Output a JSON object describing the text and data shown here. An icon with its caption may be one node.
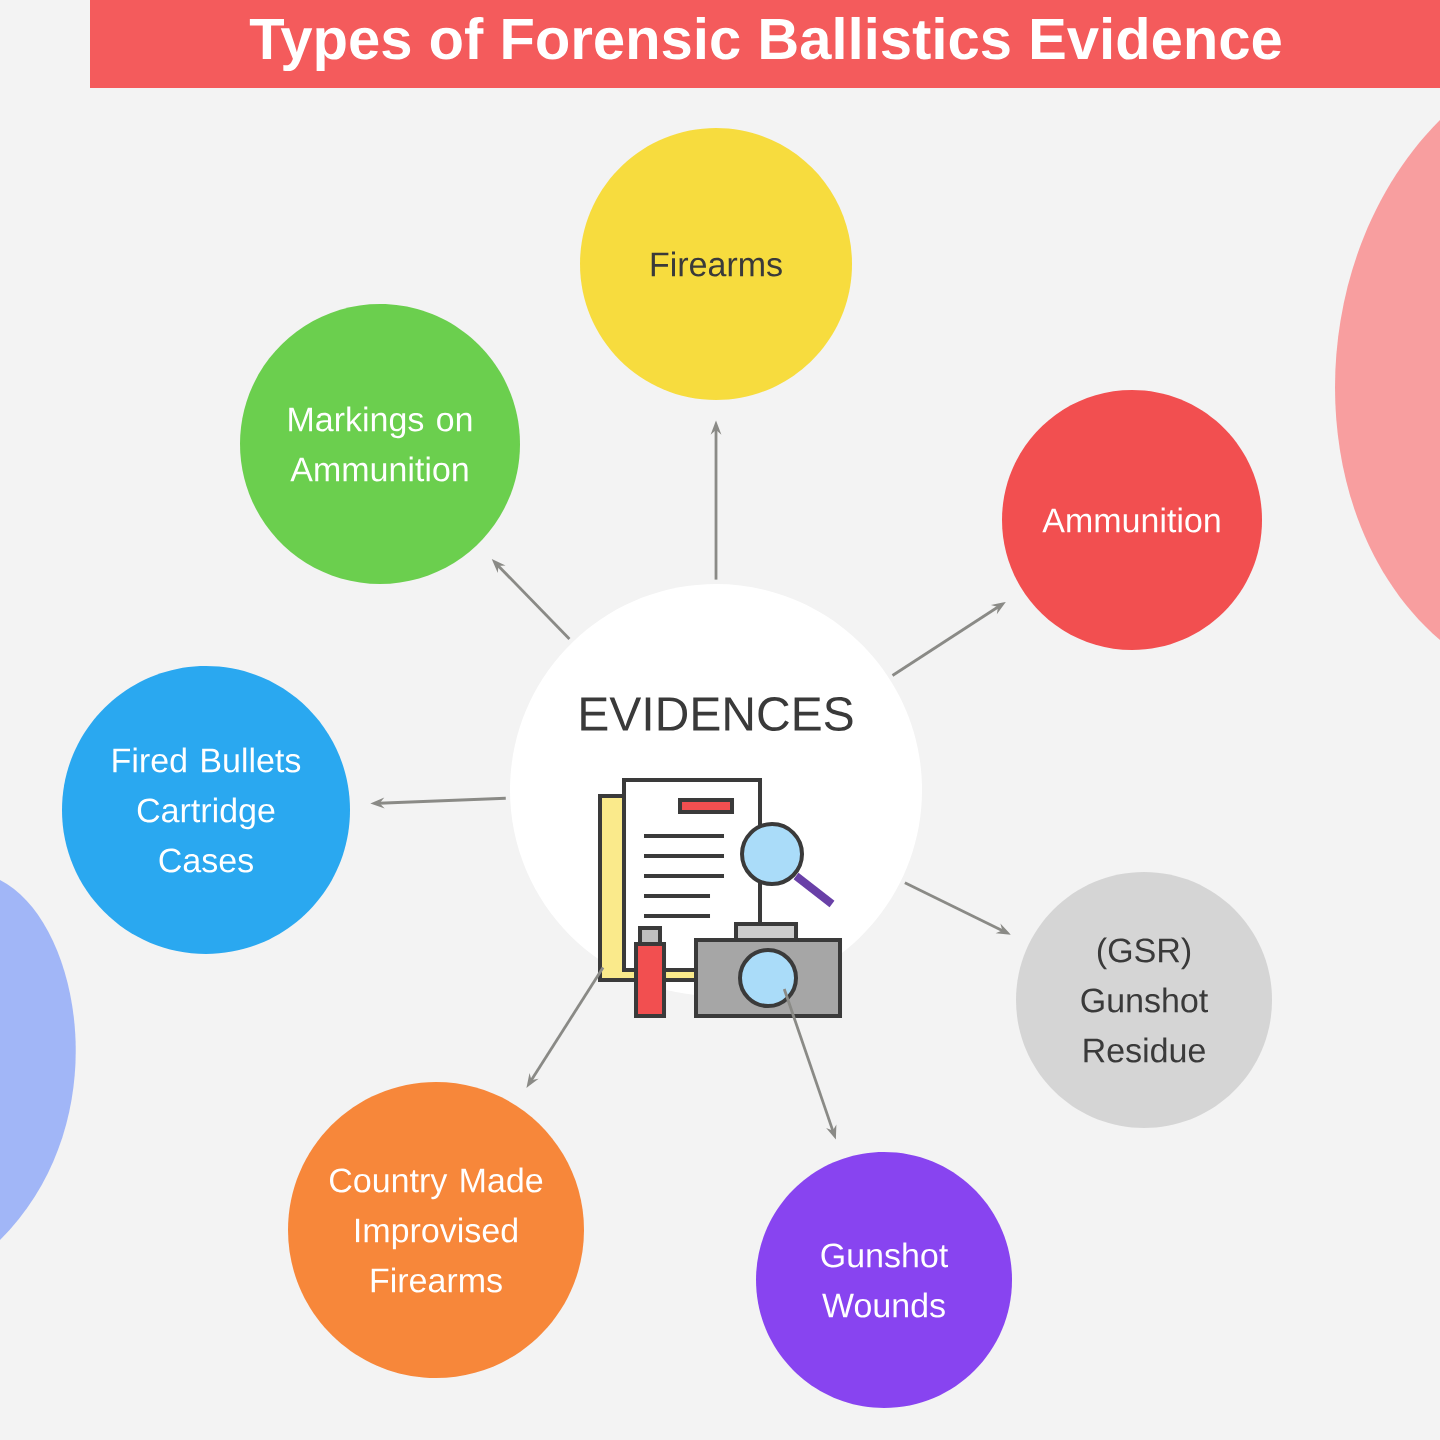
{
  "diagram": {
    "title": "Types of Forensic Ballistics Evidence",
    "nodes": [
      {
        "text": [
          "EVIDENCES"
        ]
      },
      {
        "text": [
          "Firearms"
        ]
      },
      {
        "text": [
          "Markings on Ammunition"
        ]
      },
      {
        "text": [
          "Ammunition"
        ]
      },
      {
        "text": [
          "Fired Bullets Cartridge Cases"
        ]
      },
      {
        "text": [
          "(GSR) Gunshot Residue"
        ]
      },
      {
        "text": [
          "Country Made Improvised Firearms"
        ]
      },
      {
        "text": [
          "Gunshot Wounds"
        ]
      }
    ],
    "edges": [
      {
        "from": 0,
        "to": 1,
        "arrow": "to"
      },
      {
        "from": 0,
        "to": 2,
        "arrow": "to"
      },
      {
        "from": 0,
        "to": 3,
        "arrow": "to"
      },
      {
        "from": 0,
        "to": 4,
        "arrow": "to"
      },
      {
        "from": 0,
        "to": 5,
        "arrow": "to"
      },
      {
        "from": 0,
        "to": 6,
        "arrow": "to"
      },
      {
        "from": 0,
        "to": 7,
        "arrow": "to"
      }
    ]
  }
}
